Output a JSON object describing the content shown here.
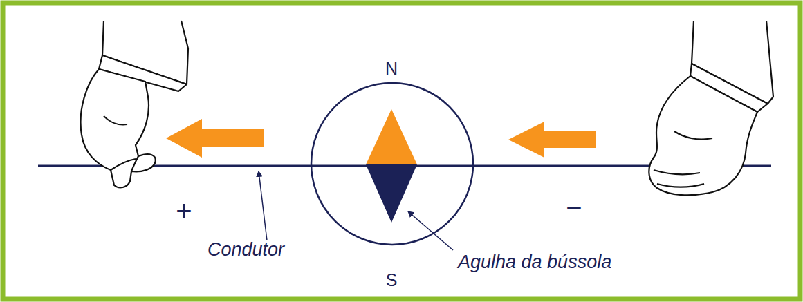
{
  "diagram": {
    "labels": [
      "N",
      "S",
      "+",
      "−",
      "Condutor",
      "Agulha da bússola"
    ]
  }
}
